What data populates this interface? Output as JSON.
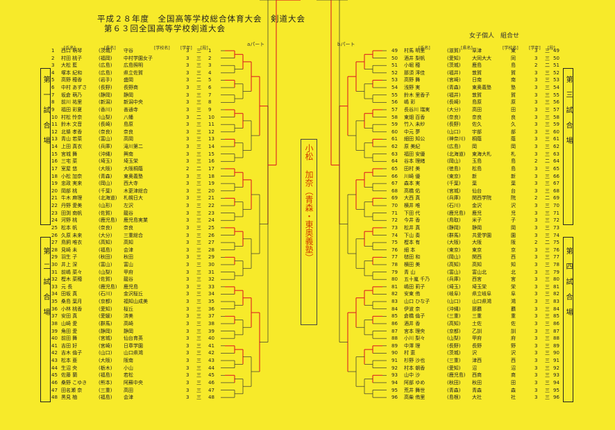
{
  "title1": "平成２８年度　全国高等学校総合体育大会　剣道大会",
  "title2": "第６３回全国高等学校剣道大会",
  "section_title": "女子個人　組合せ",
  "part_a": "aパート",
  "part_b": "bパート",
  "headers": {
    "name": "[氏名]",
    "pref": "[県名]",
    "school": "[学校名]",
    "grade": "[学年]",
    "dan": "[段]"
  },
  "courts": {
    "c1": "第一試合場",
    "c2": "第二試合場",
    "c3": "第三試合場",
    "c4": "第四試合場"
  },
  "winner": "小松 加奈（青森・東奥義塾）",
  "left_players": [
    [
      "1",
      "西口 萌琴",
      "(茨城)",
      "守谷",
      "3",
      "三",
      "1"
    ],
    [
      "2",
      "村田 桃子",
      "(福岡)",
      "中村学園女子",
      "3",
      "三",
      "2"
    ],
    [
      "3",
      "大松 藍",
      "(広島)",
      "広島照明",
      "3",
      "三",
      "3"
    ],
    [
      "4",
      "塚本 紀和",
      "(広島)",
      "県立佐賀",
      "3",
      "三",
      "4"
    ],
    [
      "5",
      "高野 穂香",
      "(岩手)",
      "盛岡",
      "3",
      "二",
      "5"
    ],
    [
      "6",
      "中村 あずさ",
      "(長野)",
      "長野商",
      "3",
      "三",
      "6"
    ],
    [
      "7",
      "坂倉 萌乃",
      "(静岡)",
      "静岡",
      "3",
      "三",
      "7"
    ],
    [
      "8",
      "前川 祐里",
      "(新潟)",
      "新潟中央",
      "3",
      "三",
      "8"
    ],
    [
      "9",
      "福田 彩夏",
      "(香川)",
      "善通寺",
      "3",
      "三",
      "9"
    ],
    [
      "10",
      "村松 怜奈",
      "(山梨)",
      "八幡",
      "3",
      "二",
      "10"
    ],
    [
      "11",
      "鈴木 文音",
      "(長崎)",
      "島原",
      "3",
      "三",
      "11"
    ],
    [
      "12",
      "北條 孝香",
      "(奈良)",
      "奈良",
      "3",
      "三",
      "12"
    ],
    [
      "13",
      "青山 若菜",
      "(富山)",
      "高岡",
      "3",
      "三",
      "13"
    ],
    [
      "14",
      "上田 真衣",
      "(兵庫)",
      "滝川第二",
      "3",
      "三",
      "14"
    ],
    [
      "15",
      "宮城 舞",
      "(沖縄)",
      "興南",
      "3",
      "三",
      "15"
    ],
    [
      "16",
      "三宅 菜",
      "(埼玉)",
      "埼玉栄",
      "3",
      "三",
      "16"
    ],
    [
      "17",
      "室屋 悠",
      "(大阪)",
      "大阪桐蔭",
      "2",
      "二",
      "17"
    ],
    [
      "18",
      "小松 加奈",
      "(青森)",
      "東奥義塾",
      "3",
      "三",
      "18"
    ],
    [
      "19",
      "忠政 実来",
      "(岡山)",
      "西大寺",
      "3",
      "三",
      "19"
    ],
    [
      "20",
      "岡部 桃",
      "(千葉)",
      "木更津総合",
      "3",
      "三",
      "20"
    ],
    [
      "21",
      "牛木 麻理",
      "(北海道)",
      "札幌日大",
      "3",
      "三",
      "21"
    ],
    [
      "22",
      "丹野 愛美",
      "(山形)",
      "左沢",
      "3",
      "三",
      "22"
    ],
    [
      "23",
      "田渕 南帆",
      "(佐賀)",
      "龍谷",
      "3",
      "三",
      "23"
    ],
    [
      "24",
      "河野 桃",
      "(鹿児島)",
      "鹿児島実業",
      "3",
      "三",
      "24"
    ],
    [
      "25",
      "松本 帆",
      "(奈良)",
      "奈良",
      "3",
      "三",
      "25"
    ],
    [
      "26",
      "久原 未来",
      "(大分)",
      "三重総合",
      "3",
      "三",
      "26"
    ],
    [
      "27",
      "鳥飼 唯衣",
      "(高知)",
      "高知",
      "3",
      "三",
      "27"
    ],
    [
      "28",
      "見崎 未",
      "(福島)",
      "会津",
      "3",
      "三",
      "28"
    ],
    [
      "29",
      "羽生 子",
      "(秋田)",
      "秋田",
      "3",
      "三",
      "29"
    ],
    [
      "30",
      "井上 深",
      "(富山)",
      "富山",
      "3",
      "三",
      "30"
    ],
    [
      "31",
      "前嶋 菜々",
      "(山梨)",
      "甲府",
      "3",
      "三",
      "31"
    ],
    [
      "32",
      "樫木 菜穂",
      "(佐賀)",
      "龍谷",
      "3",
      "三",
      "32"
    ],
    [
      "33",
      "元 長",
      "(鹿児島)",
      "鹿児島",
      "3",
      "三",
      "33"
    ],
    [
      "34",
      "田坂 真",
      "(石川)",
      "金沢桜丘",
      "3",
      "三",
      "34"
    ],
    [
      "35",
      "桑島 葉月",
      "(京都)",
      "福知山成美",
      "3",
      "三",
      "35"
    ],
    [
      "36",
      "小林 桃香",
      "(愛知)",
      "桜丘",
      "3",
      "三",
      "36"
    ],
    [
      "37",
      "安田 真",
      "(愛媛)",
      "済美",
      "3",
      "三",
      "37"
    ],
    [
      "38",
      "山崎 愛",
      "(群馬)",
      "高崎",
      "3",
      "三",
      "38"
    ],
    [
      "39",
      "角田 愛",
      "(静岡)",
      "静岡",
      "3",
      "三",
      "39"
    ],
    [
      "40",
      "前田 舞",
      "(宮城)",
      "仙台育英",
      "3",
      "三",
      "40"
    ],
    [
      "41",
      "吉田 好",
      "(宮崎)",
      "日章学園",
      "3",
      "三",
      "41"
    ],
    [
      "42",
      "吉木 倫子",
      "(山口)",
      "山口県鴻",
      "3",
      "三",
      "42"
    ],
    [
      "43",
      "松本 亜",
      "(大阪)",
      "阪南",
      "3",
      "三",
      "43"
    ],
    [
      "44",
      "生沼 央",
      "(栃木)",
      "小山",
      "3",
      "三",
      "44"
    ],
    [
      "45",
      "佐藤 蘭",
      "(福島)",
      "若松",
      "3",
      "三",
      "45"
    ],
    [
      "46",
      "桑野 こゆき",
      "(熊本)",
      "阿蘇中央",
      "3",
      "三",
      "46"
    ],
    [
      "47",
      "田名瀬 奈",
      "(三重)",
      "高田",
      "3",
      "三",
      "47"
    ],
    [
      "48",
      "黒見 柚",
      "(福島)",
      "会津",
      "3",
      "三",
      "48"
    ]
  ],
  "right_players": [
    [
      "49",
      "村馬 明里",
      "(滋賀)",
      "草津",
      "東",
      "3",
      "三",
      "49"
    ],
    [
      "50",
      "酒井 梨帆",
      "(愛知)",
      "大同大大",
      "同",
      "3",
      "三",
      "50"
    ],
    [
      "51",
      "小堀 穂",
      "(茨城)",
      "鹿島",
      "島",
      "2",
      "二",
      "51"
    ],
    [
      "52",
      "那須 澪佳",
      "(福井)",
      "敦賀",
      "賀",
      "3",
      "三",
      "52"
    ],
    [
      "53",
      "高野 舞",
      "(宮崎)",
      "日南",
      "南",
      "3",
      "三",
      "53"
    ],
    [
      "54",
      "浅野 実",
      "(青森)",
      "東奥義塾",
      "塾",
      "3",
      "三",
      "54"
    ],
    [
      "55",
      "鈴木 里香子",
      "(福井)",
      "敦賀",
      "賀",
      "3",
      "三",
      "55"
    ],
    [
      "56",
      "嶋 彩",
      "(長崎)",
      "島原",
      "原",
      "3",
      "三",
      "56"
    ],
    [
      "57",
      "長谷川 瑞実",
      "(大分)",
      "高田",
      "田",
      "3",
      "三",
      "57"
    ],
    [
      "58",
      "東畑 百香",
      "(奈良)",
      "奈良",
      "良",
      "3",
      "三",
      "58"
    ],
    [
      "59",
      "竹入 未紗",
      "(長野)",
      "佐久",
      "久",
      "3",
      "三",
      "59"
    ],
    [
      "60",
      "中元 夢",
      "(山口)",
      "宇部",
      "部",
      "3",
      "三",
      "60"
    ],
    [
      "61",
      "細田 知公",
      "(神奈川)",
      "桐蔭",
      "蔭",
      "3",
      "三",
      "61"
    ],
    [
      "62",
      "原 美紀",
      "(広島)",
      "岡",
      "岡",
      "3",
      "三",
      "62"
    ],
    [
      "63",
      "福田 安優",
      "(北海道)",
      "東海大札",
      "札",
      "3",
      "三",
      "63"
    ],
    [
      "64",
      "谷本 理緒",
      "(岡山)",
      "玉島",
      "島",
      "2",
      "二",
      "64"
    ],
    [
      "65",
      "田村 美",
      "(徳島)",
      "松島",
      "島",
      "3",
      "三",
      "65"
    ],
    [
      "66",
      "川崎 優",
      "(東京)",
      "新",
      "新",
      "3",
      "三",
      "66"
    ],
    [
      "67",
      "森本 実",
      "(千葉)",
      "葉",
      "葉",
      "3",
      "三",
      "67"
    ],
    [
      "68",
      "高橋 佑",
      "(宮城)",
      "仙台",
      "台",
      "3",
      "三",
      "68"
    ],
    [
      "69",
      "大西 真",
      "(兵庫)",
      "関西学院",
      "院",
      "2",
      "二",
      "69"
    ],
    [
      "70",
      "横井 唯",
      "(石川)",
      "金沢",
      "沢",
      "3",
      "三",
      "70"
    ],
    [
      "71",
      "下田 代",
      "(鹿児島)",
      "鹿児",
      "児",
      "3",
      "三",
      "71"
    ],
    [
      "72",
      "今井 香",
      "(鳥取)",
      "米子",
      "子",
      "3",
      "三",
      "72"
    ],
    [
      "73",
      "松井 真",
      "(静岡)",
      "静岡",
      "岡",
      "3",
      "三",
      "73"
    ],
    [
      "74",
      "下山 奏",
      "(群馬)",
      "共愛学園",
      "園",
      "3",
      "三",
      "74"
    ],
    [
      "75",
      "樫本 有",
      "(大阪)",
      "大阪",
      "阪",
      "2",
      "二",
      "75"
    ],
    [
      "76",
      "細 本",
      "(東京)",
      "東京",
      "京",
      "3",
      "三",
      "76"
    ],
    [
      "77",
      "槌田 和",
      "(岡山)",
      "関西",
      "西",
      "3",
      "三",
      "77"
    ],
    [
      "78",
      "横田 美",
      "(高知)",
      "高知",
      "知",
      "3",
      "三",
      "78"
    ],
    [
      "79",
      "青 山",
      "(富山)",
      "富山北",
      "北",
      "3",
      "三",
      "79"
    ],
    [
      "80",
      "五十嵐 千乃",
      "(兵庫)",
      "西宮",
      "宮",
      "3",
      "三",
      "80"
    ],
    [
      "81",
      "嶋田 莉子",
      "(埼玉)",
      "埼玉栄",
      "栄",
      "3",
      "三",
      "81"
    ],
    [
      "82",
      "安東 侑",
      "(岐阜)",
      "県立岐阜",
      "阜",
      "3",
      "三",
      "82"
    ],
    [
      "83",
      "山口 ひな子",
      "(山口)",
      "山口県鴻",
      "鴻",
      "3",
      "三",
      "83"
    ],
    [
      "84",
      "伊波 奈",
      "(沖縄)",
      "那覇",
      "覇",
      "3",
      "三",
      "84"
    ],
    [
      "85",
      "倉橋 倫子",
      "(三重)",
      "三重",
      "重",
      "3",
      "三",
      "85"
    ],
    [
      "86",
      "酒井 香",
      "(高知)",
      "土佐",
      "佐",
      "3",
      "三",
      "86"
    ],
    [
      "87",
      "宮本 理央",
      "(京都)",
      "乙訓",
      "訓",
      "3",
      "三",
      "87"
    ],
    [
      "88",
      "小川 梨々",
      "(山梨)",
      "甲府",
      "府",
      "3",
      "三",
      "88"
    ],
    [
      "89",
      "中澤 理",
      "(長野)",
      "長野",
      "野",
      "3",
      "三",
      "89"
    ],
    [
      "90",
      "村 恵",
      "(茨城)",
      "沢",
      "沢",
      "3",
      "三",
      "90"
    ],
    [
      "91",
      "杉野 沙也",
      "(三重)",
      "津西",
      "西",
      "3",
      "三",
      "91"
    ],
    [
      "92",
      "村本 朝香",
      "(愛知)",
      "沼",
      "沼",
      "3",
      "三",
      "92"
    ],
    [
      "93",
      "山中 沙",
      "(鹿児島)",
      "西商",
      "商",
      "3",
      "三",
      "93"
    ],
    [
      "94",
      "阿部 ゆめ",
      "(秋田)",
      "秋田",
      "田",
      "3",
      "三",
      "94"
    ],
    [
      "95",
      "荒井 舞世",
      "(青森)",
      "青森",
      "森",
      "3",
      "三",
      "95"
    ],
    [
      "96",
      "高柴 侑里",
      "(島根)",
      "大社",
      "社",
      "3",
      "三",
      "96"
    ]
  ]
}
